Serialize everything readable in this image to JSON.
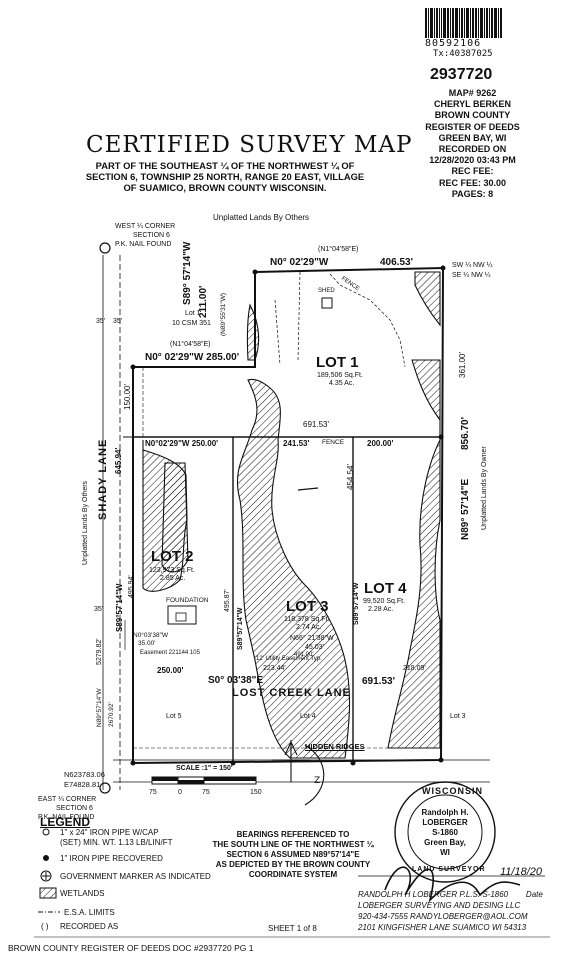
{
  "header": {
    "barcode_number": "80592106",
    "tx_number": "Tx:40387025",
    "doc_number": "2937720",
    "recording_lines": [
      "MAP# 9262",
      "CHERYL BERKEN",
      "BROWN COUNTY",
      "REGISTER OF DEEDS",
      "GREEN BAY, WI",
      "RECORDED ON",
      "12/28/2020 03:43 PM",
      "REC FEE:",
      "REC FEE: 30.00",
      "PAGES: 8"
    ]
  },
  "title": {
    "main": "CERTIFIED SURVEY MAP",
    "description_lines": [
      "PART OF THE SOUTHEAST ¼ OF THE NORTHWEST ¼ OF",
      "SECTION 6, TOWNSHIP 25 NORTH, RANGE 20 EAST, VILLAGE",
      "OF SUAMICO, BROWN COUNTY WISCONSIN."
    ]
  },
  "map": {
    "unplatted_top": "Unplatted Lands By Others",
    "unplatted_left": "Unplatted Lands By Others",
    "unplatted_right": "Unplatted Lands By Owner",
    "west_corner": [
      "WEST ¼ CORNER",
      "SECTION 6",
      "P.K. NAIL FOUND"
    ],
    "east_corner": [
      "EAST ¼ CORNER",
      "SECTION 6",
      "P.K. NAIL FOUND"
    ],
    "n_coord": "N623783.06",
    "e_coord": "E74828.81",
    "sw_ne": "SW ¼ NW ¼",
    "se_nw": "SE ¼ NW ¼",
    "shady_lane": "SHADY LANE",
    "lost_creek_lane": "LOST CREEK LANE",
    "hidden_ridges": "HIDDEN RIDGES",
    "top_bearing": "N0° 02'29\"W",
    "top_dist": "406.53'",
    "top_bearing_alt": "(N1°04'58\"E)",
    "bearing_211": "S89° 57'14\"W",
    "dist_211": "211.00'",
    "bearing_211_alt": "(N89°55'31\"W)",
    "bearing_285": "N0° 02'29\"W   285.00'",
    "alt_285": "(N1°04'58\"E)",
    "dist_150": "150.00'",
    "right_361": "361.00'",
    "dist_691_mid": "691.53'",
    "right_856": "856.70'",
    "right_bearing": "N89° 57'14\"E",
    "mid_line": "N0°02'29\"W  250.00'",
    "mid_241": "241.53'",
    "mid_200": "200.00'",
    "fence": "FENCE",
    "shed": "SHED",
    "left_645": "645.94'",
    "left_35a": "35'",
    "left_35b": "35'",
    "left_35c": "35'",
    "left_5279": "5279.82'",
    "left_2670": "2670.92'",
    "left_bearing": "N89°57'14\"W",
    "dist_454": "454.54'",
    "lot1_ref": "Lot 1",
    "csm_ref": "10 CSM 351",
    "lot1": {
      "name": "LOT 1",
      "area": "189,506 Sq.Ft.",
      "acres": "4.35 Ac."
    },
    "lot2": {
      "name": "LOT 2",
      "area": "123,973 Sq.Ft.",
      "acres": "2.85 Ac."
    },
    "lot3": {
      "name": "LOT 3",
      "area": "118,378 Sq.Ft.",
      "acres": "2.74 Ac."
    },
    "lot4": {
      "name": "LOT 4",
      "area": "99,520 Sq.Ft.",
      "acres": "2.28 Ac."
    },
    "lot2_bearing": "S89°57'14\"W",
    "lot2_495": "495.94'",
    "lot3_495": "495.87'",
    "lot3_bearing": "S89°57'14\"W",
    "lot4_bearing": "S89°57'14\"W",
    "foundation": "FOUNDATION",
    "n03_38": "N0°03'38\"W",
    "dist_35": "35.00'",
    "n66": "N66° 21'38\"W",
    "dist_45": "45.03'",
    "dist_491": "491.00'",
    "easement": "Easement 221144 105",
    "utility": "12' Utility Easement Typ.",
    "dist_223": "223.44'",
    "dist_218": "218.09'",
    "bottom_250": "250.00'",
    "bottom_bearing": "S0° 03'38\"E",
    "bottom_691": "691.53'",
    "lot5": "Lot 5",
    "lot4_s": "Lot 4",
    "lot3_s": "Lot 3"
  },
  "scale": {
    "label": "SCALE :1\" = 150'",
    "ticks": [
      "75",
      "0",
      "75",
      "150"
    ]
  },
  "legend": {
    "title": "LEGEND",
    "items": [
      "1\" x 24\" IRON PIPE W/CAP",
      "(SET) MIN. WT. 1.13 LB/LIN/FT",
      "1\" IRON PIPE RECOVERED",
      "GOVERNMENT MARKER AS INDICATED",
      "WETLANDS",
      "E.S.A. LIMITS",
      "RECORDED AS"
    ],
    "recorded_symbol": "( )"
  },
  "bearings_note": [
    "BEARINGS REFERENCED TO",
    "THE SOUTH LINE OF THE NORTHWEST ¼",
    "SECTION 6 ASSUMED N89°57'14\"E",
    "AS DEPICTED BY THE BROWN COUNTY",
    "COORDINATE SYSTEM"
  ],
  "seal": {
    "state": "WISCONSIN",
    "name": "Randolph H.",
    "surname": "LOBERGER",
    "license": "S-1860",
    "city": "Green Bay,",
    "st": "WI",
    "bottom": "LAND SURVEYOR"
  },
  "signature_date": "11/18/20",
  "surveyor": {
    "line1": "RANDOLPH H LOBERGER P.L.S. S-1860",
    "date_label": "Date",
    "line2": "LOBERGER SURVEYING AND DESING LLC",
    "line3": "920-434-7555 RANDYLOBERGER@AOL.COM",
    "line4": "2101 KINGFISHER LANE SUAMICO WI 54313"
  },
  "sheet": "SHEET 1 of 8",
  "footer": "BROWN COUNTY REGISTER OF DEEDS DOC #2937720  PG 1",
  "colors": {
    "ink": "#111111"
  }
}
